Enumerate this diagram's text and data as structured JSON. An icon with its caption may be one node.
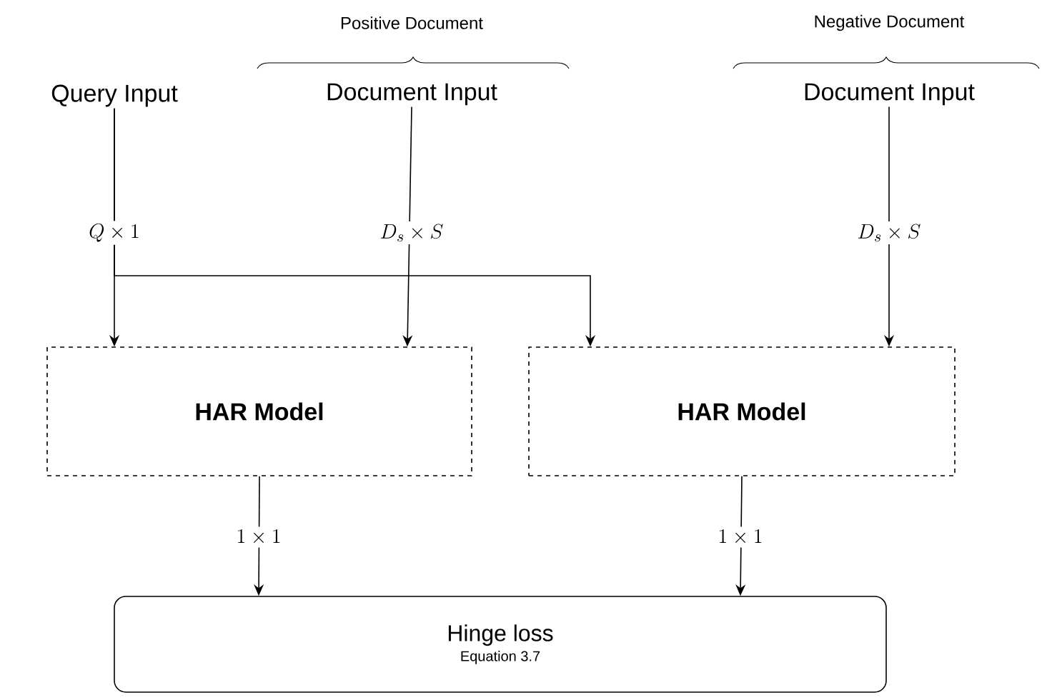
{
  "diagram": {
    "nodes": [
      {
        "text": [
          "Query Input"
        ]
      },
      {
        "text": [
          "Document Input"
        ]
      },
      {
        "text": [
          "Document Input"
        ]
      },
      {
        "text": [
          "HAR Model"
        ]
      },
      {
        "text": [
          "HAR Model"
        ]
      },
      {
        "text": [
          "Hinge loss",
          "Equation 3.7"
        ]
      }
    ],
    "edges": [
      {
        "from": 0,
        "to": 3,
        "arrow": "to",
        "label": "Q \\times 1"
      },
      {
        "from": 0,
        "to": 4,
        "arrow": "to"
      },
      {
        "from": 1,
        "to": 3,
        "arrow": "to",
        "label": "D_s \\times S"
      },
      {
        "from": 2,
        "to": 4,
        "arrow": "to",
        "label": "D_s \\times S"
      },
      {
        "from": 3,
        "to": 5,
        "arrow": "to",
        "label": "1 \\times 1"
      },
      {
        "from": 4,
        "to": 5,
        "arrow": "to",
        "label": "1 \\times 1"
      }
    ],
    "labels": [
      "Positive Document",
      "Negative Document"
    ]
  }
}
